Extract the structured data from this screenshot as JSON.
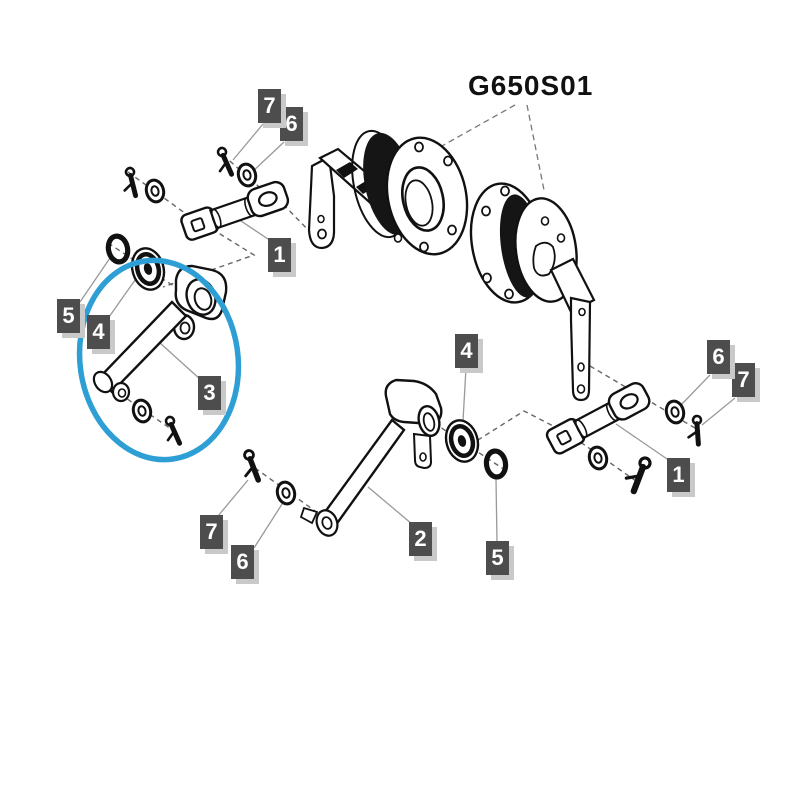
{
  "diagram": {
    "title": "G650S01",
    "highlight_color": "#2e9fd4",
    "label_bg": "#4d4d4d",
    "label_fg": "#ffffff",
    "labels": [
      {
        "id": "label-7-top-left",
        "text": "7",
        "part": "cotter-pin"
      },
      {
        "id": "label-6-top-left",
        "text": "6",
        "part": "flat-washer"
      },
      {
        "id": "label-1-top-left",
        "text": "1",
        "part": "link-rod"
      },
      {
        "id": "label-5-left",
        "text": "5",
        "part": "o-ring"
      },
      {
        "id": "label-4-left",
        "text": "4",
        "part": "bearing-washer"
      },
      {
        "id": "label-3",
        "text": "3",
        "part": "pivot-arm-short"
      },
      {
        "id": "label-4-center",
        "text": "4",
        "part": "bearing-washer"
      },
      {
        "id": "label-2",
        "text": "2",
        "part": "pivot-arm-long"
      },
      {
        "id": "label-5-center",
        "text": "5",
        "part": "o-ring"
      },
      {
        "id": "label-6-right",
        "text": "6",
        "part": "flat-washer"
      },
      {
        "id": "label-7-right",
        "text": "7",
        "part": "cotter-pin"
      },
      {
        "id": "label-1-right",
        "text": "1",
        "part": "link-rod"
      },
      {
        "id": "label-7-bottom-left",
        "text": "7",
        "part": "cotter-pin"
      },
      {
        "id": "label-6-bottom-left",
        "text": "6",
        "part": "flat-washer"
      }
    ]
  }
}
